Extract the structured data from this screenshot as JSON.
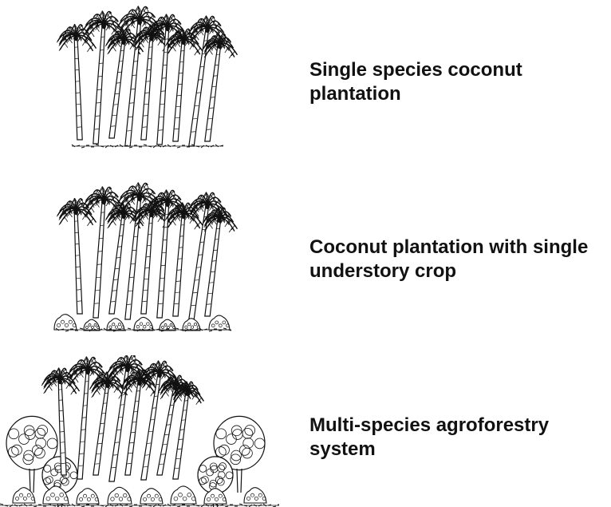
{
  "panels": [
    {
      "label": "Single species coconut\nplantation",
      "illustration": "coconut-plantation-icon"
    },
    {
      "label": "Coconut plantation with single\nunderstory crop",
      "illustration": "coconut-with-understory-icon"
    },
    {
      "label": "Multi-species agroforestry\nsystem",
      "illustration": "multi-species-agroforestry-icon"
    }
  ],
  "colors": {
    "ink": "#111111",
    "background": "#ffffff"
  }
}
